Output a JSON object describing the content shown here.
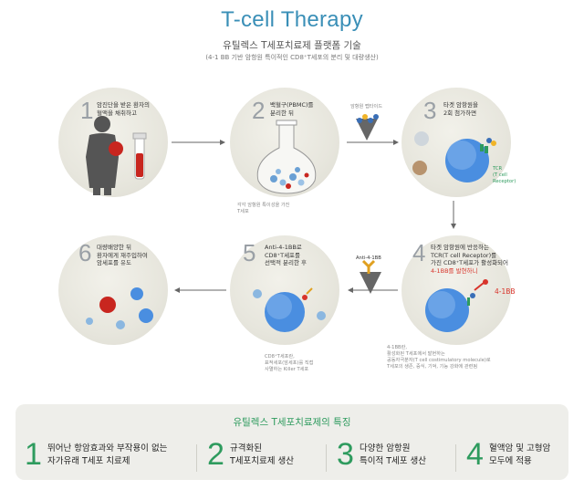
{
  "header": {
    "title": "T-cell Therapy",
    "subtitle": "유틸렉스 T세포치료제 플랫폼 기술",
    "caption": "(4-1 BB 기반 암항원 특이적인 CD8⁺T세포의 분리 및 대량생산)"
  },
  "steps": [
    {
      "num": "1",
      "text": [
        "암진단을 받은 환자의",
        "혈액을 채취하고"
      ]
    },
    {
      "num": "2",
      "text": [
        "백혈구(PBMC)를",
        "분리한 뒤"
      ],
      "note": [
        "각각 암항원 특이성을 가진",
        "T세포"
      ]
    },
    {
      "num": "3",
      "text": [
        "타겟 암항원을",
        "2회 첨가하면"
      ],
      "label_tcr": [
        "TCR",
        "(T cell",
        "Receptor)"
      ],
      "label_peptide": "암항원 펩타이드"
    },
    {
      "num": "4",
      "text": [
        "타겟 암항원에 반응하는",
        "TCR(T cell Receptor)를",
        "가진 CD8⁺T세포가 활성화되어"
      ],
      "text_red": "4-1BB를 발현하니",
      "label_4_1bb": "4-1BB",
      "note": [
        "4-1BB란,",
        "활성화된 T세포에서 발현하는",
        "공동자극분자(T cell costimulatory molecule)로",
        "T세포의 생존, 증식, 기억, 기능 강화에 관련됨"
      ]
    },
    {
      "num": "5",
      "text": [
        "Anti-4-1BB로",
        "CD8⁺T세포를",
        "선택적 분리한 후"
      ],
      "label_anti": "Anti-4-1BB",
      "note": [
        "CD8⁺T세포란,",
        "표적세포(암세포)를 직접",
        "사멸하는 Killer T세포"
      ]
    },
    {
      "num": "6",
      "text": [
        "대량배양한 뒤",
        "환자에게 재주입하여",
        "암세포를 유도"
      ]
    }
  ],
  "features_panel": {
    "title": "유틸렉스 T세포치료제의 특징",
    "items": [
      {
        "num": "1",
        "lines": [
          "뛰어난 항암효과와 부작용이 없는",
          "자가유래 T세포 치료제"
        ]
      },
      {
        "num": "2",
        "lines": [
          "규격화된",
          "T세포치료제 생산"
        ]
      },
      {
        "num": "3",
        "lines": [
          "다양한 암항원",
          "특이적 T세포 생산"
        ]
      },
      {
        "num": "4",
        "lines": [
          "혈액암 및 고형암",
          "모두에 적용"
        ]
      }
    ]
  },
  "colors": {
    "title_blue": "#3a8fb7",
    "accent_green": "#2e9b5e",
    "accent_red": "#d8342b",
    "circle_bg": "#e7e6dd"
  }
}
